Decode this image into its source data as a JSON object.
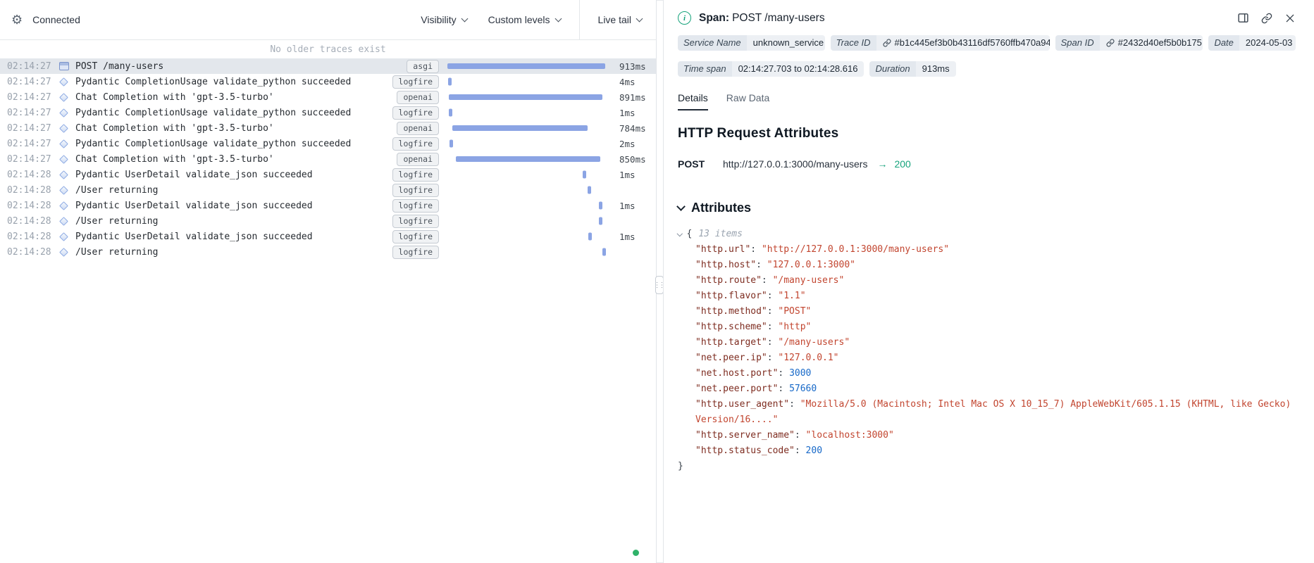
{
  "colors": {
    "bar_blue": "#8ba4e4",
    "green": "#16a37c",
    "selected_row": "#e3e7ec"
  },
  "toolbar": {
    "connected": "Connected",
    "visibility": "Visibility",
    "custom_levels": "Custom levels",
    "live_tail": "Live tail"
  },
  "trace_list": {
    "empty_notice": "No older traces exist",
    "rows": [
      {
        "time": "02:14:27",
        "icon": "asgi",
        "label": "POST /many-users",
        "tag": "asgi",
        "duration": "913ms",
        "selected": true,
        "bar": {
          "type": "bar",
          "start": 0,
          "width": 100
        }
      },
      {
        "time": "02:14:27",
        "icon": "diamond",
        "label": "Pydantic CompletionUsage validate_python succeeded",
        "tag": "logfire",
        "duration": "4ms",
        "bar": {
          "type": "tick",
          "start": 0.5
        }
      },
      {
        "time": "02:14:27",
        "icon": "diamond",
        "label": "Chat Completion with 'gpt-3.5-turbo'",
        "tag": "openai",
        "duration": "891ms",
        "bar": {
          "type": "bar",
          "start": 1,
          "width": 97
        }
      },
      {
        "time": "02:14:27",
        "icon": "diamond",
        "label": "Pydantic CompletionUsage validate_python succeeded",
        "tag": "logfire",
        "duration": "1ms",
        "bar": {
          "type": "tick",
          "start": 1
        }
      },
      {
        "time": "02:14:27",
        "icon": "diamond",
        "label": "Chat Completion with 'gpt-3.5-turbo'",
        "tag": "openai",
        "duration": "784ms",
        "bar": {
          "type": "bar",
          "start": 3,
          "width": 86
        }
      },
      {
        "time": "02:14:27",
        "icon": "diamond",
        "label": "Pydantic CompletionUsage validate_python succeeded",
        "tag": "logfire",
        "duration": "2ms",
        "bar": {
          "type": "tick",
          "start": 1.5
        }
      },
      {
        "time": "02:14:27",
        "icon": "diamond",
        "label": "Chat Completion with 'gpt-3.5-turbo'",
        "tag": "openai",
        "duration": "850ms",
        "bar": {
          "type": "bar",
          "start": 5.5,
          "width": 91.5
        }
      },
      {
        "time": "02:14:28",
        "icon": "diamond",
        "label": "Pydantic UserDetail validate_json succeeded",
        "tag": "logfire",
        "duration": "1ms",
        "bar": {
          "type": "tick",
          "start": 85.5
        }
      },
      {
        "time": "02:14:28",
        "icon": "diamond",
        "label": "/User returning",
        "tag": "logfire",
        "duration": "",
        "bar": {
          "type": "tick",
          "start": 89
        }
      },
      {
        "time": "02:14:28",
        "icon": "diamond",
        "label": "Pydantic UserDetail validate_json succeeded",
        "tag": "logfire",
        "duration": "1ms",
        "bar": {
          "type": "tick",
          "start": 96
        }
      },
      {
        "time": "02:14:28",
        "icon": "diamond",
        "label": "/User returning",
        "tag": "logfire",
        "duration": "",
        "bar": {
          "type": "tick",
          "start": 96
        }
      },
      {
        "time": "02:14:28",
        "icon": "diamond",
        "label": "Pydantic UserDetail validate_json succeeded",
        "tag": "logfire",
        "duration": "1ms",
        "bar": {
          "type": "tick",
          "start": 89.5
        }
      },
      {
        "time": "02:14:28",
        "icon": "diamond",
        "label": "/User returning",
        "tag": "logfire",
        "duration": "",
        "bar": {
          "type": "tick",
          "start": 98
        }
      }
    ]
  },
  "detail": {
    "title_label": "Span:",
    "title_value": "POST /many-users",
    "badges_row1": [
      {
        "label": "Service Name",
        "value": "unknown_service"
      },
      {
        "label": "Trace ID",
        "value": "#b1c445ef3b0b43116df5760ffb470a94",
        "link": true
      },
      {
        "label": "Span ID",
        "value": "#2432d40ef5b0b175",
        "link": true
      },
      {
        "label": "Date",
        "value": "2024-05-03"
      }
    ],
    "badges_row2": [
      {
        "label": "Time span",
        "value": "02:14:27.703 to 02:14:28.616"
      },
      {
        "label": "Duration",
        "value": "913ms"
      }
    ],
    "tabs": [
      {
        "label": "Details",
        "active": true
      },
      {
        "label": "Raw Data",
        "active": false
      }
    ],
    "section_title": "HTTP Request Attributes",
    "request": {
      "method": "POST",
      "url": "http://127.0.0.1:3000/many-users",
      "arrow": "→",
      "status": "200"
    },
    "attributes": {
      "heading": "Attributes",
      "items_count": "13 items",
      "open_brace": "{",
      "close_brace": "}",
      "entries": [
        {
          "key": "http.url",
          "value": "http://127.0.0.1:3000/many-users",
          "type": "string"
        },
        {
          "key": "http.host",
          "value": "127.0.0.1:3000",
          "type": "string"
        },
        {
          "key": "http.route",
          "value": "/many-users",
          "type": "string"
        },
        {
          "key": "http.flavor",
          "value": "1.1",
          "type": "string"
        },
        {
          "key": "http.method",
          "value": "POST",
          "type": "string"
        },
        {
          "key": "http.scheme",
          "value": "http",
          "type": "string"
        },
        {
          "key": "http.target",
          "value": "/many-users",
          "type": "string"
        },
        {
          "key": "net.peer.ip",
          "value": "127.0.0.1",
          "type": "string"
        },
        {
          "key": "net.host.port",
          "value": "3000",
          "type": "number"
        },
        {
          "key": "net.peer.port",
          "value": "57660",
          "type": "number"
        },
        {
          "key": "http.user_agent",
          "value": "Mozilla/5.0 (Macintosh; Intel Mac OS X 10_15_7) AppleWebKit/605.1.15 (KHTML, like Gecko) Version/16....",
          "type": "string"
        },
        {
          "key": "http.server_name",
          "value": "localhost:3000",
          "type": "string"
        },
        {
          "key": "http.status_code",
          "value": "200",
          "type": "number"
        }
      ]
    }
  }
}
